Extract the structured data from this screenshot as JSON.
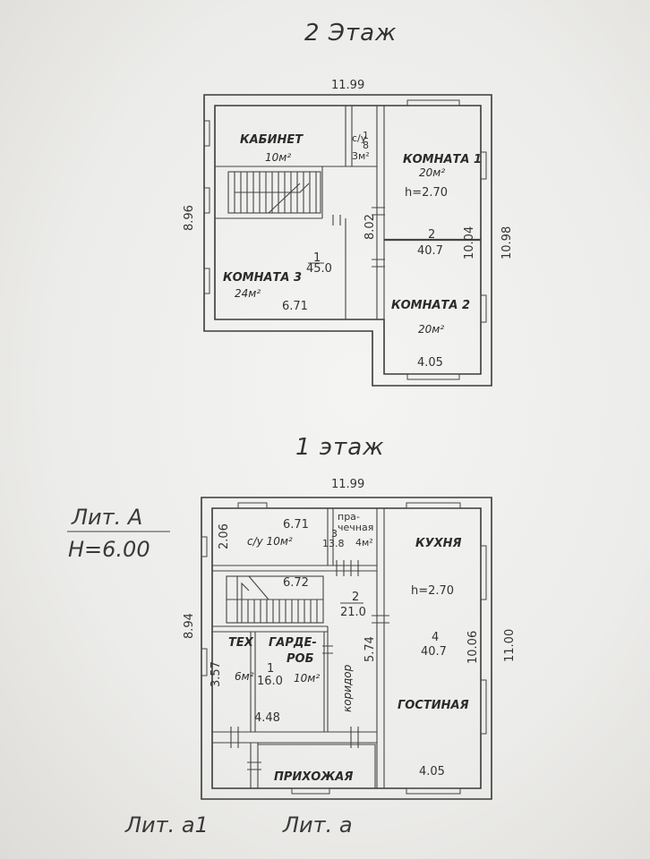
{
  "floor2": {
    "title": "2 Этаж",
    "dim_top": "11.99",
    "dim_left": "8.96",
    "dim_right": "10.98",
    "dim_inner_v1": "8.02",
    "dim_inner_v2": "10.04",
    "rooms": {
      "cabinet": "КАБИНЕТ",
      "cabinet_area": "10м²",
      "wc": "с/у",
      "wc_area": "3м²",
      "room1": "КОМНАТА 1",
      "room1_area": "20м²",
      "room1_h": "h=2.70",
      "room3": "КОМНАТА 3",
      "room3_area": "24м²",
      "room2": "КОМНАТА 2",
      "room2_area": "20м²"
    },
    "fractions": {
      "f1_num": "1",
      "f1_den": "45.0",
      "f2_num": "2",
      "f2_den": "40.7",
      "wc_num": "1",
      "wc_den": "8"
    },
    "dim_671": "6.71",
    "dim_405": "4.05"
  },
  "floor1": {
    "title": "1 этаж",
    "dim_top": "11.99",
    "dim_left": "8.94",
    "dim_right": "11.00",
    "dim_206": "2.06",
    "dim_671": "6.71",
    "dim_672": "6.72",
    "dim_574": "5.74",
    "dim_1006": "10.06",
    "dim_357": "3.57",
    "dim_448": "4.48",
    "dim_405": "4.05",
    "rooms": {
      "wc": "с/у 10м²",
      "laundry_a": "пра-",
      "laundry_b": "чечная",
      "laundry_area": "4м²",
      "kitchen": "КУХНЯ",
      "kitchen_h": "h=2.70",
      "tech": "ТЕХ",
      "tech_area": "6м²",
      "wardrobe_a": "ГАРДЕ-",
      "wardrobe_b": "РОБ",
      "wardrobe_area": "10м²",
      "corridor": "коридор",
      "living": "ГОСТИНАЯ",
      "hall": "ПРИХОЖАЯ"
    },
    "fractions": {
      "f3_num": "3",
      "f3_den": "13.8",
      "f2_num": "2",
      "f2_den": "21.0",
      "f1_num": "1",
      "f1_den": "16.0",
      "f4_num": "4",
      "f4_den": "40.7"
    }
  },
  "labels": {
    "lit_a": "Лит.  А",
    "height": "Н=6.00",
    "lit_a1": "Лит.  а1",
    "lit_a_small": "Лит.  а"
  }
}
